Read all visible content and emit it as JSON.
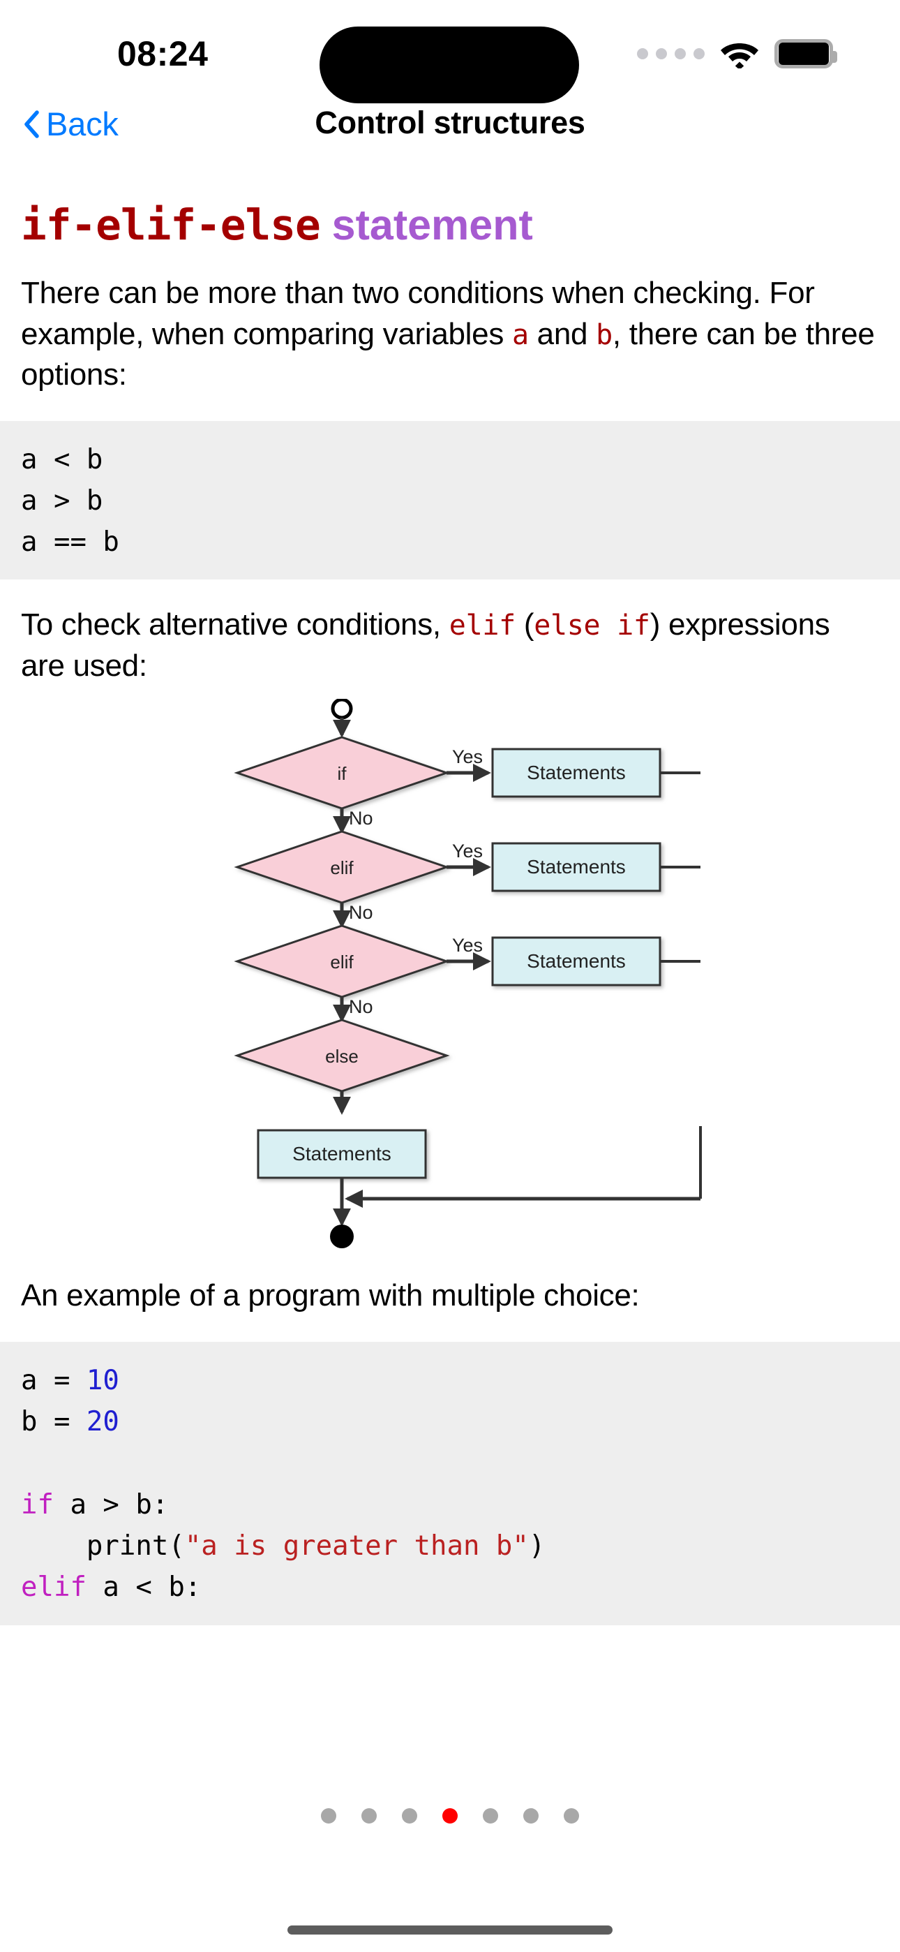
{
  "status_bar": {
    "time": "08:24",
    "signal_icon": "signal-dots-icon",
    "wifi_icon": "wifi-icon",
    "battery_icon": "battery-full-icon"
  },
  "nav": {
    "back_label": "Back",
    "back_icon": "chevron-left-icon",
    "title": "Control structures"
  },
  "article": {
    "heading_code": "if-elif-else",
    "heading_word": "statement",
    "paragraph_1_part1": "There can be more than two conditions when checking. For example, when comparing variables ",
    "paragraph_1_var_a": "a",
    "paragraph_1_mid": " and ",
    "paragraph_1_var_b": "b",
    "paragraph_1_part2": ", there can be three options:",
    "code_block_1": "a < b\na > b\na == b",
    "paragraph_2_part1": "To check alternative conditions, ",
    "paragraph_2_code1": "elif",
    "paragraph_2_mid": " (",
    "paragraph_2_code2": "else if",
    "paragraph_2_part2": ") expressions are used:",
    "paragraph_3": "An example of a program with multiple choice:",
    "code_block_2": {
      "line_1_var": "a = ",
      "line_1_num": "10",
      "line_2_var": "b = ",
      "line_2_num": "20",
      "line_3": "",
      "line_4_kw": "if",
      "line_4_rest": " a > b:",
      "line_5_call": "    print(",
      "line_5_str": "\"a is greater than b\"",
      "line_5_close": ")",
      "line_6_kw": "elif",
      "line_6_rest": " a < b:"
    }
  },
  "flowchart": {
    "title": "if-elif-else flowchart",
    "start_node": "start-circle",
    "end_node": "end-circle",
    "decisions": [
      {
        "label": "if",
        "yes": "Yes",
        "no": "No"
      },
      {
        "label": "elif",
        "yes": "Yes",
        "no": "No"
      },
      {
        "label": "elif",
        "yes": "Yes",
        "no": "No"
      },
      {
        "label": "else",
        "yes": "",
        "no": ""
      }
    ],
    "statement_label": "Statements",
    "colors": {
      "decision_fill": "#f9cfd8",
      "process_fill": "#d9f0f3",
      "stroke": "#333333"
    }
  },
  "pagination": {
    "total": 7,
    "active_index": 3,
    "active_color": "#ff0000",
    "inactive_color": "#a8a8a8"
  },
  "home_indicator": "home-indicator"
}
